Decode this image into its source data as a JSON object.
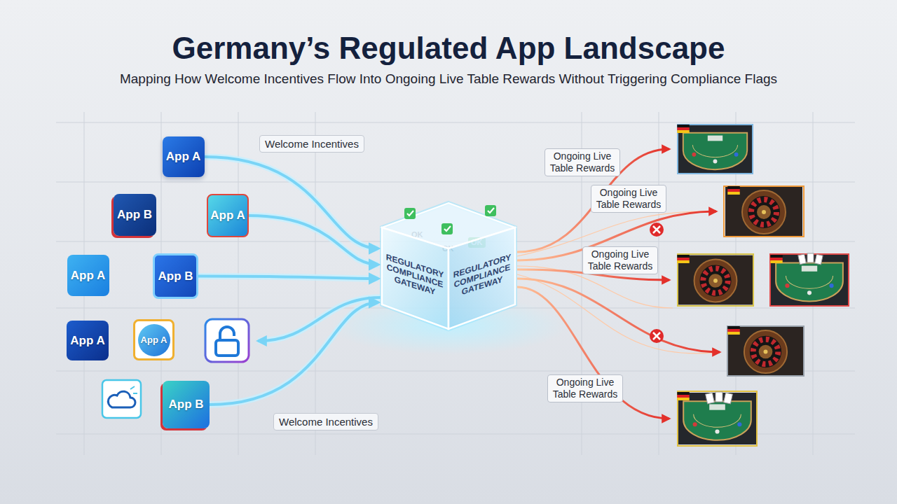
{
  "diagram": {
    "title": "Germany’s Regulated App Landscape",
    "nodes": [
      {
        "text": [
          "App A"
        ]
      },
      {
        "text": [
          "App B"
        ]
      },
      {
        "text": [
          "App A"
        ]
      },
      {
        "text": [
          "App A"
        ]
      },
      {
        "text": [
          "App B"
        ]
      },
      {
        "text": [
          "App A"
        ]
      },
      {
        "text": [
          "App A"
        ]
      },
      {
        "text": [
          "App B"
        ]
      },
      {
        "text": [
          "REGULATORY COMPLIANCE GATEWAY",
          "REGULATORY COMPLIANCE GATEWAY"
        ]
      }
    ],
    "edges": [
      {
        "from": 0,
        "to": 8,
        "label": "Welcome Incentives",
        "arrow": "to"
      },
      {
        "from": 2,
        "to": 8,
        "arrow": "to"
      },
      {
        "from": 4,
        "to": 8,
        "arrow": "to"
      },
      {
        "from": 7,
        "to": 8,
        "label": "Welcome Incentives",
        "arrow": "to"
      }
    ],
    "labels": [
      "Mapping How Welcome Incentives Flow Into Ongoing Live Table Rewards Without Triggering Compliance Flags",
      "OK",
      "OK",
      "OK",
      "Ongoing Live Table Rewards",
      "Ongoing Live Table Rewards",
      "Ongoing Live Table Rewards",
      "Ongoing Live Table Rewards"
    ]
  }
}
